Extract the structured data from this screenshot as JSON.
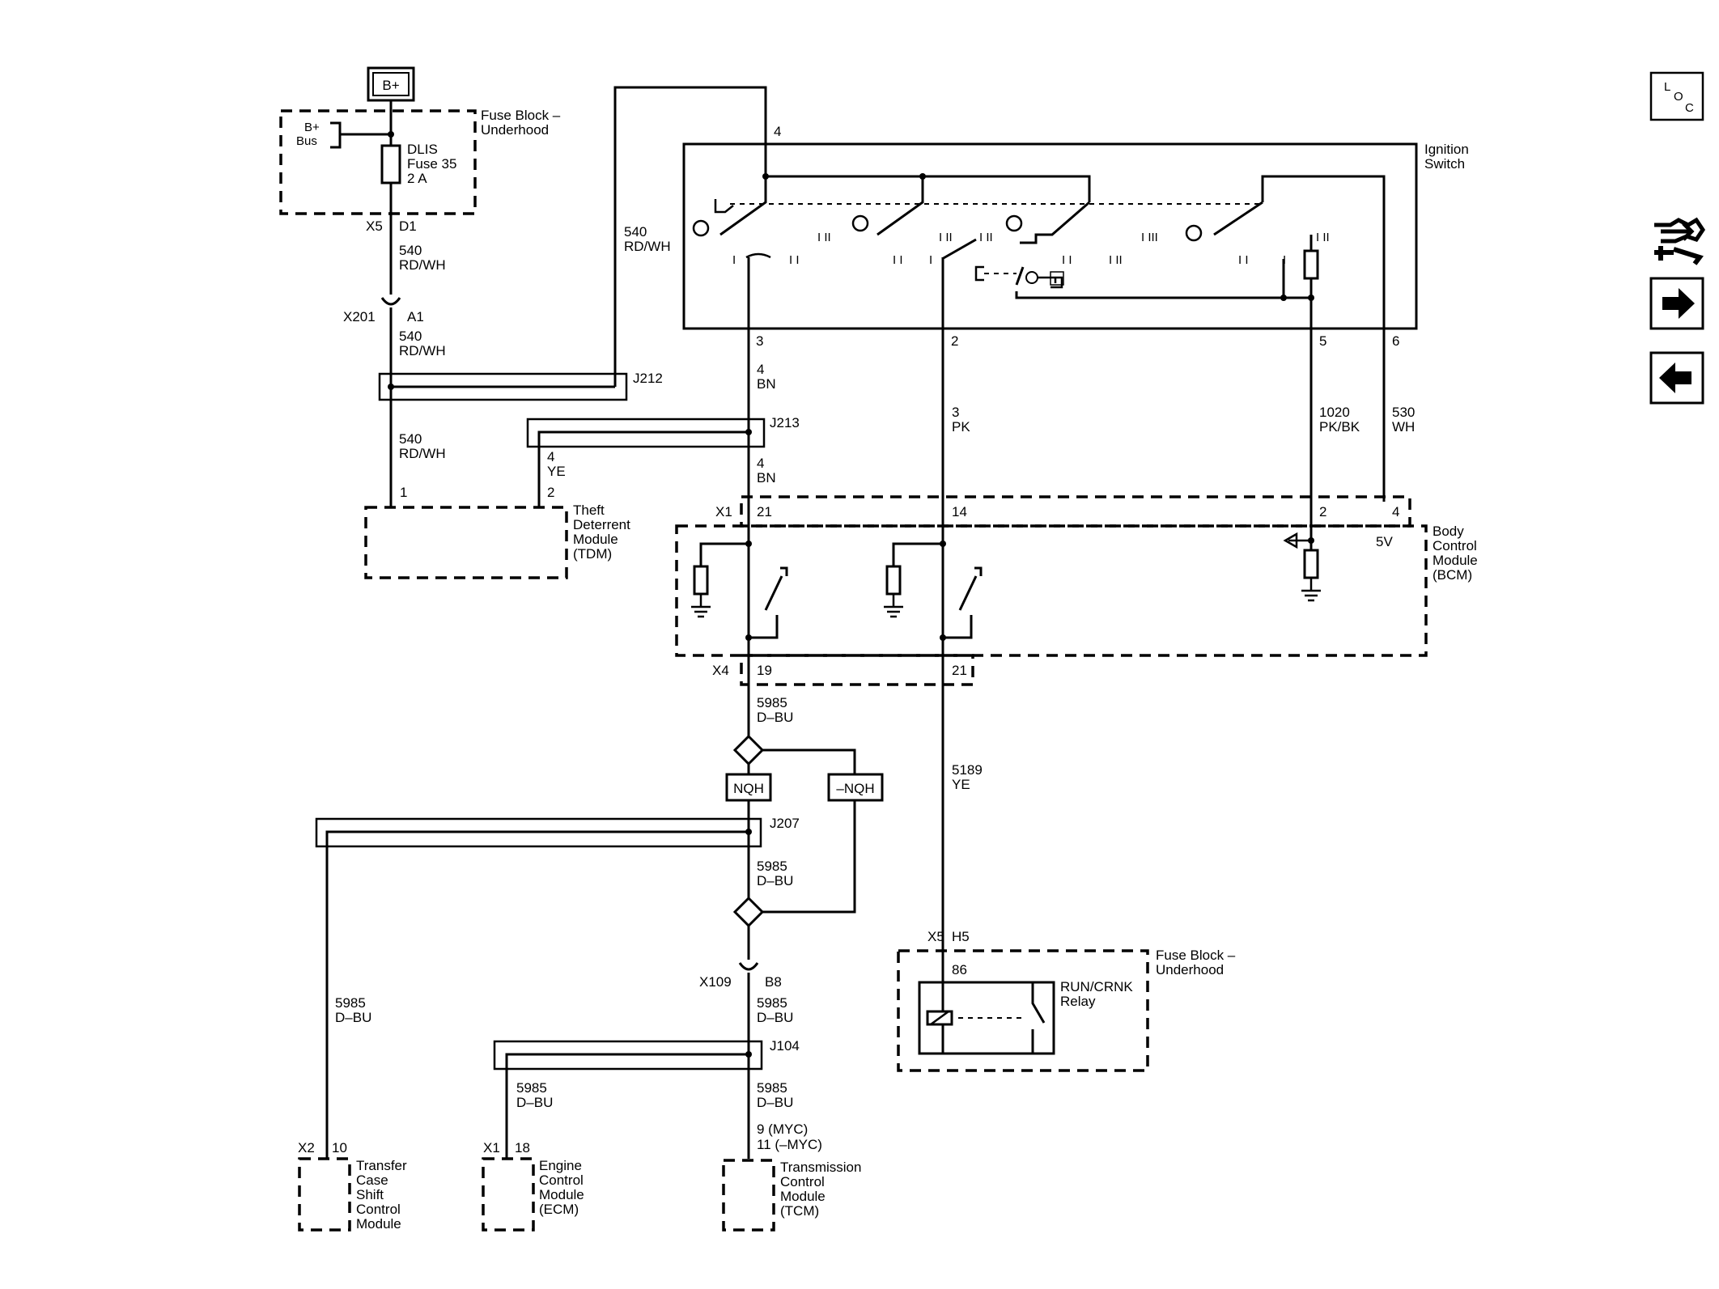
{
  "power": {
    "bplus": "B+",
    "bus": [
      "B+",
      "Bus"
    ]
  },
  "fuse_block_top": {
    "label": [
      "Fuse Block –",
      "Underhood"
    ]
  },
  "fuse": {
    "label": [
      "DLIS",
      "Fuse 35",
      "2 A"
    ]
  },
  "conn": {
    "x5": "X5",
    "d1": "D1",
    "x201": "X201",
    "a1": "A1",
    "x1": "X1",
    "x4": "X4",
    "x109": "X109",
    "b8": "B8",
    "x5b": "X5",
    "h5": "H5",
    "x2": "X2",
    "x1b": "X1"
  },
  "wires": {
    "w540a": [
      "540",
      "RD/WH"
    ],
    "w540b": [
      "540",
      "RD/WH"
    ],
    "w540c": [
      "540",
      "RD/WH"
    ],
    "w540d": [
      "540",
      "RD/WH"
    ],
    "w4bn_a": [
      "4",
      "BN"
    ],
    "w4bn_b": [
      "4",
      "BN"
    ],
    "w4ye": [
      "4",
      "YE"
    ],
    "w3pk": [
      "3",
      "PK"
    ],
    "w1020": [
      "1020",
      "PK/BK"
    ],
    "w530": [
      "530",
      "WH"
    ],
    "w5985a": [
      "5985",
      "D–BU"
    ],
    "w5985b": [
      "5985",
      "D–BU"
    ],
    "w5985c": [
      "5985",
      "D–BU"
    ],
    "w5985d": [
      "5985",
      "D–BU"
    ],
    "w5985e": [
      "5985",
      "D–BU"
    ],
    "w5985f": [
      "5985",
      "D–BU"
    ],
    "w5189": [
      "5189",
      "YE"
    ]
  },
  "splices": {
    "j212": "J212",
    "j213": "J213",
    "j207": "J207",
    "j104": "J104"
  },
  "ignition": {
    "label": [
      "Ignition",
      "Switch"
    ],
    "pins": {
      "p4": "4",
      "p3": "3",
      "p2": "2",
      "p5": "5",
      "p6": "6"
    },
    "positions": {
      "pos1": "I",
      "pos2": "I I",
      "pos3": "I II"
    }
  },
  "tdm": {
    "label": [
      "Theft",
      "Deterrent",
      "Module",
      "(TDM)"
    ],
    "pin1": "1",
    "pin2": "2"
  },
  "bcm": {
    "label": [
      "Body",
      "Control",
      "Module",
      "(BCM)"
    ],
    "pin21": "21",
    "pin14": "14",
    "pin2": "2",
    "pin4": "4",
    "pin19": "19",
    "pin21b": "21",
    "v5": "5V"
  },
  "options": {
    "nqh": "NQH",
    "not_nqh": "–NQH"
  },
  "relay_block": {
    "label": [
      "Fuse Block –",
      "Underhood"
    ],
    "relay": [
      "RUN/CRNK",
      "Relay"
    ],
    "pin86": "86"
  },
  "modules": {
    "tcscm": {
      "label": [
        "Transfer",
        "Case",
        "Shift",
        "Control",
        "Module"
      ],
      "pin": "10"
    },
    "ecm": {
      "label": [
        "Engine",
        "Control",
        "Module",
        "(ECM)"
      ],
      "pin": "18"
    },
    "tcm": {
      "label": [
        "Transmission",
        "Control",
        "Module",
        "(TCM)"
      ],
      "pins": [
        "9 (MYC)",
        "11 (–MYC)"
      ]
    }
  },
  "side_icons": {
    "loc": {
      "icon": "loc-icon",
      "text": [
        "L",
        "O",
        "C"
      ]
    },
    "tools": {
      "icon": "tools-icon"
    },
    "next": {
      "icon": "arrow-right-icon"
    },
    "prev": {
      "icon": "arrow-left-icon"
    }
  }
}
